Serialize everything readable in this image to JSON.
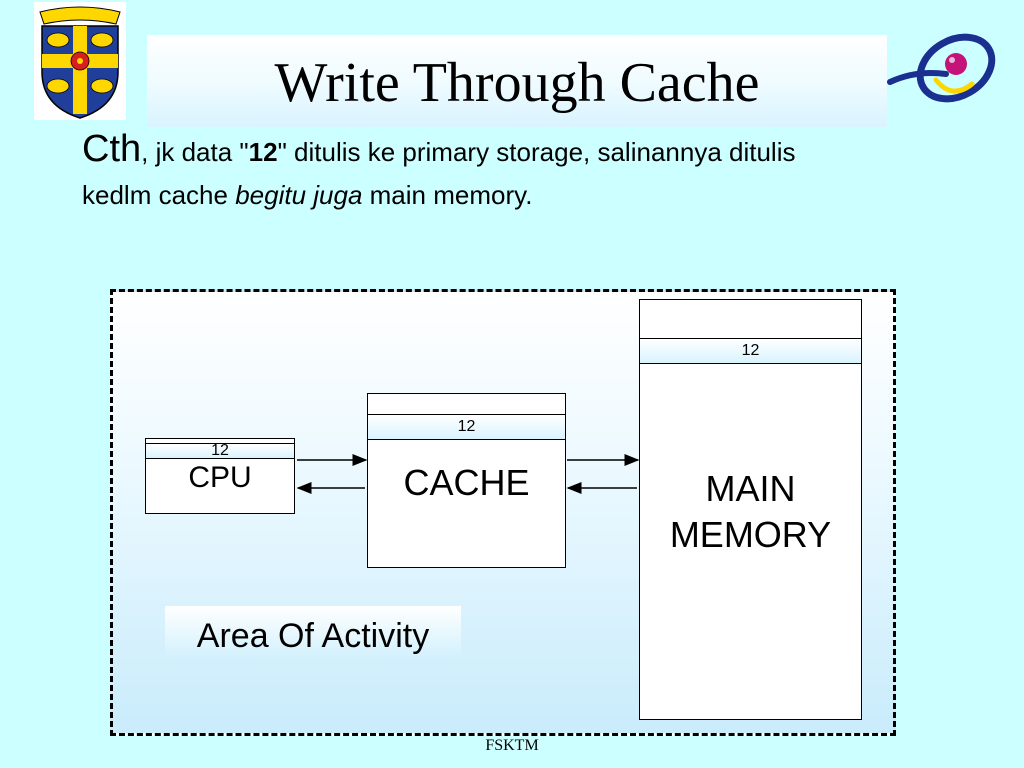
{
  "title": "Write Through Cache",
  "body": {
    "lead": "Cth",
    "part1": ", jk data \"",
    "bold_value": "12",
    "part2": "\" ditulis ke primary storage, salinannya ditulis kedlm cache ",
    "italic": "begitu juga",
    "part3": " main memory."
  },
  "diagram": {
    "cpu": {
      "label": "CPU",
      "value": "12"
    },
    "cache": {
      "label": "CACHE",
      "value": "12"
    },
    "main_memory": {
      "label_line1": "MAIN",
      "label_line2": "MEMORY",
      "value": "12"
    },
    "area_label": "Area Of Activity"
  },
  "footer": "FSKTM",
  "colors": {
    "background": "#ccffff",
    "crest_blue": "#1f3f9a",
    "crest_yellow": "#ffd700",
    "crest_red": "#d81e1e",
    "ring_blue": "#1a2f8f",
    "ring_magenta": "#c4147a"
  },
  "icons": {
    "left_logo": "university-crest-icon",
    "right_logo": "ring-orbit-logo-icon"
  }
}
